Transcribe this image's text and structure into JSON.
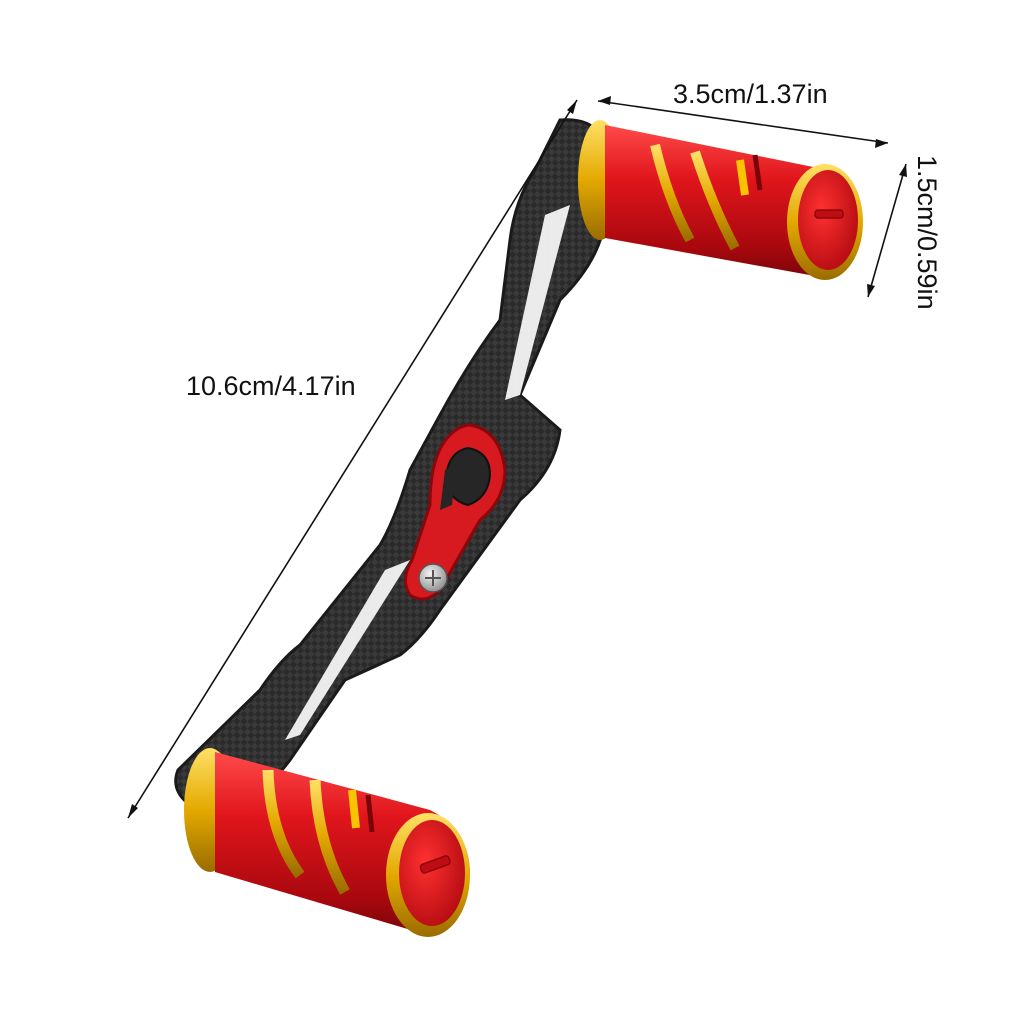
{
  "dimensions": {
    "length_label": "10.6cm/4.17in",
    "knob_length_label": "3.5cm/1.37in",
    "knob_diameter_label": "1.5cm/0.59in"
  },
  "colors": {
    "background": "#ffffff",
    "carbon_arm": "#2b2b2b",
    "knob_red": "#d8141c",
    "trim_gold": "#e8b400",
    "dimension_line": "#111111"
  },
  "parts": {
    "arm": "carbon-fiber-handle-arm",
    "knobs": "red-knob-with-gold-spiral",
    "nut_cover": "red-nut-retainer",
    "screw": "retainer-screw"
  }
}
